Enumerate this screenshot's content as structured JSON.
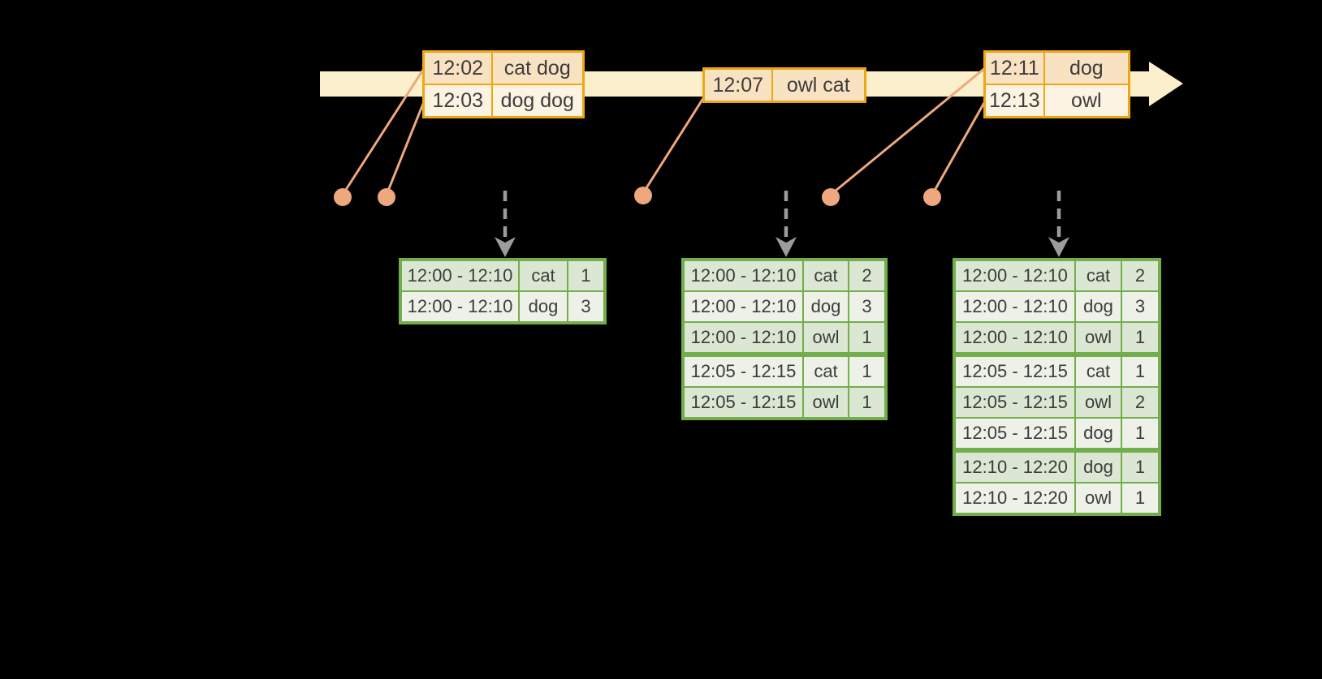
{
  "diagram_title": "windowed-wordcount-timeline",
  "colors": {
    "background": "#000000",
    "timeline_band": "#fbf0cb",
    "event_table_border": "#eda712",
    "event_row_dark": "#f9e2c2",
    "event_row_light": "#fdf3e3",
    "event_dot": "#efa87e",
    "trigger_arrow": "#9c9c9c",
    "result_table_border": "#72ae4c",
    "result_row_dark": "#dbe7d2",
    "result_row_light": "#edf1e8",
    "text": "#3c3c3c"
  },
  "event_tables": [
    {
      "rows": [
        [
          "12:02",
          "cat dog"
        ],
        [
          "12:03",
          "dog dog"
        ]
      ]
    },
    {
      "rows": [
        [
          "12:07",
          "owl cat"
        ]
      ]
    },
    {
      "rows": [
        [
          "12:11",
          "dog"
        ],
        [
          "12:13",
          "owl"
        ]
      ]
    }
  ],
  "result_tables": [
    {
      "rows": [
        [
          "12:00 - 12:10",
          "cat",
          "1"
        ],
        [
          "12:00 - 12:10",
          "dog",
          "3"
        ]
      ],
      "group_breaks": []
    },
    {
      "rows": [
        [
          "12:00 - 12:10",
          "cat",
          "2"
        ],
        [
          "12:00 - 12:10",
          "dog",
          "3"
        ],
        [
          "12:00 - 12:10",
          "owl",
          "1"
        ],
        [
          "12:05 - 12:15",
          "cat",
          "1"
        ],
        [
          "12:05 - 12:15",
          "owl",
          "1"
        ]
      ],
      "group_breaks": [
        3
      ]
    },
    {
      "rows": [
        [
          "12:00 - 12:10",
          "cat",
          "2"
        ],
        [
          "12:00 - 12:10",
          "dog",
          "3"
        ],
        [
          "12:00 - 12:10",
          "owl",
          "1"
        ],
        [
          "12:05 - 12:15",
          "cat",
          "1"
        ],
        [
          "12:05 - 12:15",
          "owl",
          "2"
        ],
        [
          "12:05 - 12:15",
          "dog",
          "1"
        ],
        [
          "12:10 - 12:20",
          "dog",
          "1"
        ],
        [
          "12:10 - 12:20",
          "owl",
          "1"
        ]
      ],
      "group_breaks": [
        3,
        6
      ]
    }
  ]
}
